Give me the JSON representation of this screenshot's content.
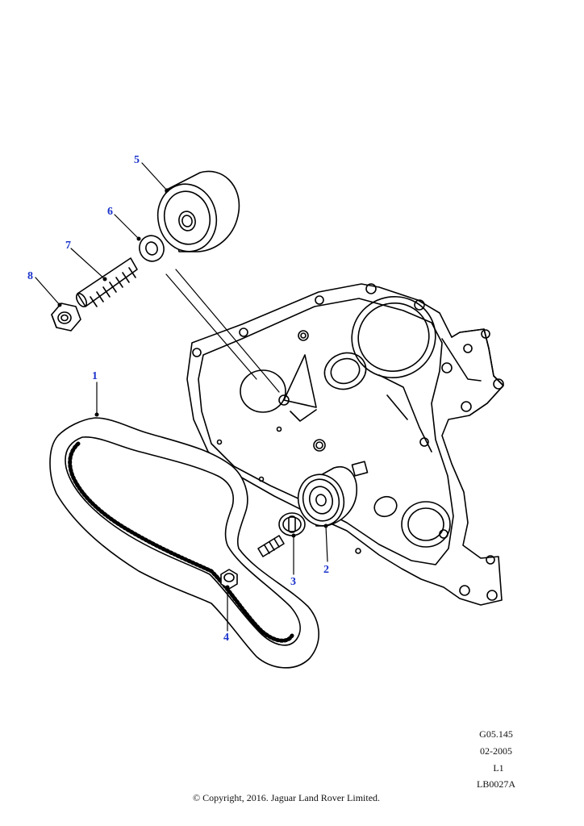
{
  "callout_color": "#1a33cc",
  "callouts": [
    {
      "label": "1",
      "part": "timing-belt"
    },
    {
      "label": "2",
      "part": "tensioner-pulley"
    },
    {
      "label": "3",
      "part": "tensioner-washer"
    },
    {
      "label": "4",
      "part": "tensioner-nut"
    },
    {
      "label": "5",
      "part": "idler-pulley"
    },
    {
      "label": "6",
      "part": "idler-washer"
    },
    {
      "label": "7",
      "part": "idler-stud"
    },
    {
      "label": "8",
      "part": "idler-nut"
    }
  ],
  "reference_codes": [
    "G05.145",
    "02-2005",
    "L1",
    "LB0027A"
  ],
  "copyright": "© Copyright, 2016. Jaguar Land Rover Limited."
}
